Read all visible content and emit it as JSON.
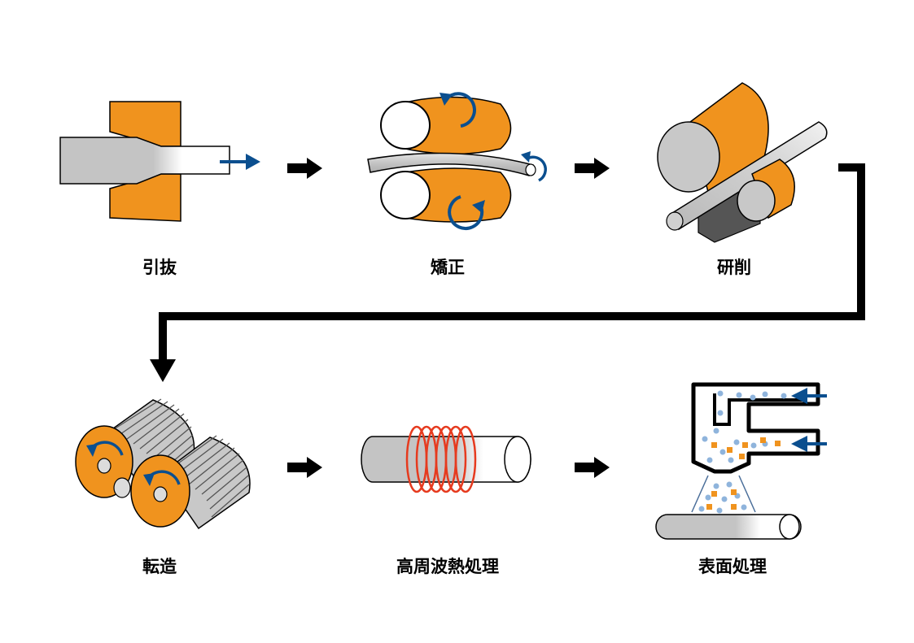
{
  "steps": [
    {
      "id": "drawing",
      "label": "引抜"
    },
    {
      "id": "straightening",
      "label": "矯正"
    },
    {
      "id": "grinding",
      "label": "研削"
    },
    {
      "id": "rolling",
      "label": "転造"
    },
    {
      "id": "induction-hardening",
      "label": "高周波熱処理"
    },
    {
      "id": "surface-treatment",
      "label": "表面処理"
    }
  ],
  "colors": {
    "orange": "#f0931e",
    "steel": "#c8c8c8",
    "steel_dark": "#8a8a8a",
    "blue_arrow": "#0b4f8f",
    "coil_red": "#e63a1e",
    "particle_blue": "#8fb4dc",
    "particle_orange": "#f0931e",
    "outline": "#000000"
  },
  "icons": [
    "rotation-arrow-icon",
    "flow-arrow-icon",
    "induction-coil-icon",
    "spray-nozzle-icon"
  ]
}
